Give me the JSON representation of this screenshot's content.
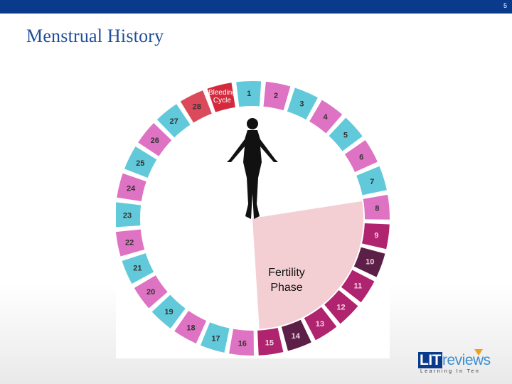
{
  "slide": {
    "title": "Menstrual History",
    "page_number": "5"
  },
  "cycle": {
    "bleeding_label_line1": "Bleeding",
    "bleeding_label_line2": "Cycle",
    "fertility_label_line1": "Fertility",
    "fertility_label_line2": "Phase",
    "days": [
      1,
      2,
      3,
      4,
      5,
      6,
      7,
      8,
      9,
      10,
      11,
      12,
      13,
      14,
      15,
      16,
      17,
      18,
      19,
      20,
      21,
      22,
      23,
      24,
      25,
      26,
      27,
      28
    ],
    "fertile_days": [
      9,
      10,
      11,
      12,
      13,
      14,
      15
    ],
    "colors": {
      "bleeding": "#d42a3e",
      "cyan": "#45bfd4",
      "pink": "#d85ab8",
      "fertile_magenta": "#b0236f",
      "fertile_dark": "#5c1f47",
      "fertility_wedge": "#f3cfd3"
    }
  },
  "logo": {
    "brand_lit": "LIT",
    "brand_reviews": "reviews",
    "tagline": "Learning In Ten"
  }
}
